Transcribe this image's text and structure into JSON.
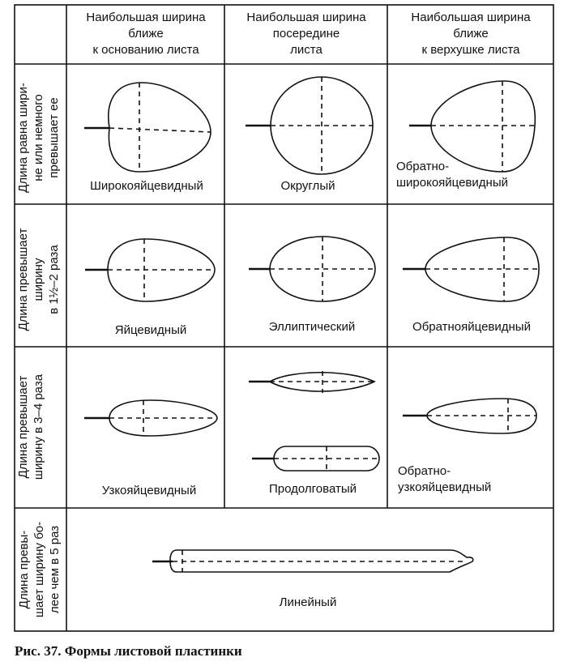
{
  "columns": [
    "Наибольшая ширина\nближе\nк основанию листа",
    "Наибольшая ширина\nпосередине\nлиста",
    "Наибольшая ширина\nближе\nк верхушке листа"
  ],
  "rows": [
    "Длина равна шири-\nне или немного\nпревышает ее",
    "Длина превышает\nширину\nв 1½–2 раза",
    "Длина превышает\nширину в 3–4 раза",
    "Длина превы-\nшает ширину бо-\nлее чем в 5 раз"
  ],
  "shapes": {
    "r1c1": "Широкояйцевидный",
    "r1c2": "Округлый",
    "r1c3": "Обратно-\nширокояйцевидный",
    "r2c1": "Яйцевидный",
    "r2c2": "Эллиптический",
    "r2c3": "Обратнояйцевидный",
    "r3c1": "Узкояйцевидный",
    "r3c2": "Продолговатый",
    "r3c3": "Обратно-\nузкояйцевидный",
    "r4": "Линейный"
  },
  "caption": "Рис. 37. Формы листовой пластинки"
}
